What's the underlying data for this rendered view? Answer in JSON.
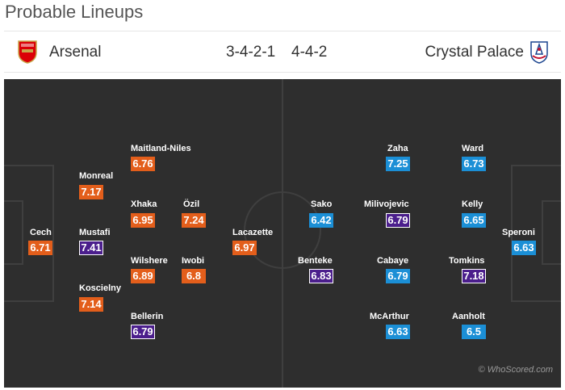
{
  "page": {
    "title": "Probable Lineups"
  },
  "header": {
    "home_team": "Arsenal",
    "home_formation": "3-4-2-1",
    "away_formation": "4-4-2",
    "away_team": "Crystal Palace",
    "home_crest_icon": "arsenal-crest-icon",
    "away_crest_icon": "crystal-palace-crest-icon"
  },
  "colors": {
    "home_rating": "#e35e1b",
    "away_rating": "#1b8fd6",
    "highlight_rating": "#4b1e8c",
    "pitch": "#2e2e2e"
  },
  "players": [
    {
      "name": "Cech",
      "rating": "6.71"
    },
    {
      "name": "Monreal",
      "rating": "7.17"
    },
    {
      "name": "Mustafi",
      "rating": "7.41"
    },
    {
      "name": "Koscielny",
      "rating": "7.14"
    },
    {
      "name": "Maitland-Niles",
      "rating": "6.76"
    },
    {
      "name": "Xhaka",
      "rating": "6.95"
    },
    {
      "name": "Wilshere",
      "rating": "6.89"
    },
    {
      "name": "Bellerin",
      "rating": "6.79"
    },
    {
      "name": "Özil",
      "rating": "7.24"
    },
    {
      "name": "Iwobi",
      "rating": "6.8"
    },
    {
      "name": "Lacazette",
      "rating": "6.97"
    },
    {
      "name": "Sako",
      "rating": "6.42"
    },
    {
      "name": "Benteke",
      "rating": "6.83"
    },
    {
      "name": "Zaha",
      "rating": "7.25"
    },
    {
      "name": "Milivojevic",
      "rating": "6.79"
    },
    {
      "name": "Cabaye",
      "rating": "6.79"
    },
    {
      "name": "McArthur",
      "rating": "6.63"
    },
    {
      "name": "Ward",
      "rating": "6.73"
    },
    {
      "name": "Kelly",
      "rating": "6.65"
    },
    {
      "name": "Tomkins",
      "rating": "7.18"
    },
    {
      "name": "Aanholt",
      "rating": "6.5"
    },
    {
      "name": "Speroni",
      "rating": "6.63"
    }
  ],
  "watermark": "© WhoScored.com"
}
